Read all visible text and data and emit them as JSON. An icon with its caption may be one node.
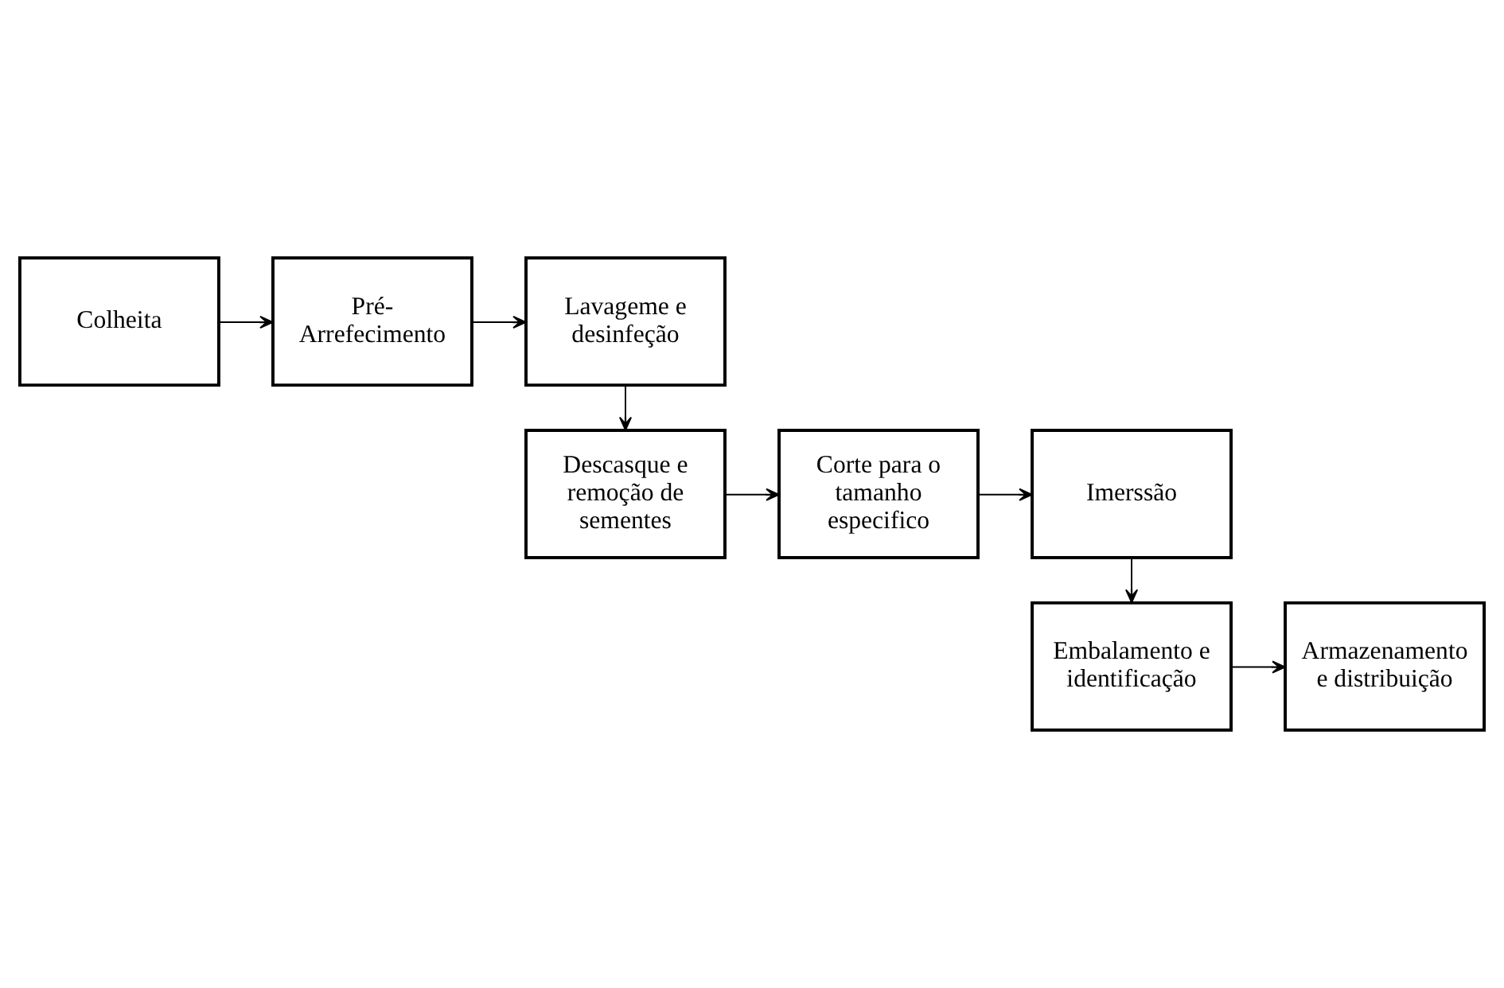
{
  "diagram": {
    "nodes": [
      {
        "text": [
          "Colheita"
        ]
      },
      {
        "text": [
          "Pré- Arrefecimento"
        ]
      },
      {
        "text": [
          "Lavageme e desinfeção"
        ]
      },
      {
        "text": [
          "Descasque e remoção de sementes"
        ]
      },
      {
        "text": [
          "Corte para o tamanho especifico"
        ]
      },
      {
        "text": [
          "Imerssão"
        ]
      },
      {
        "text": [
          "Embalamento e identificação"
        ]
      },
      {
        "text": [
          "Armazenamento e distribuição"
        ]
      }
    ],
    "edges": [
      {
        "from": 0,
        "to": 1,
        "arrow": "to"
      },
      {
        "from": 1,
        "to": 2,
        "arrow": "to"
      },
      {
        "from": 2,
        "to": 3,
        "arrow": "to"
      },
      {
        "from": 3,
        "to": 4,
        "arrow": "to"
      },
      {
        "from": 4,
        "to": 5,
        "arrow": "to"
      },
      {
        "from": 5,
        "to": 6,
        "arrow": "to"
      },
      {
        "from": 6,
        "to": 7,
        "arrow": "to"
      }
    ]
  }
}
